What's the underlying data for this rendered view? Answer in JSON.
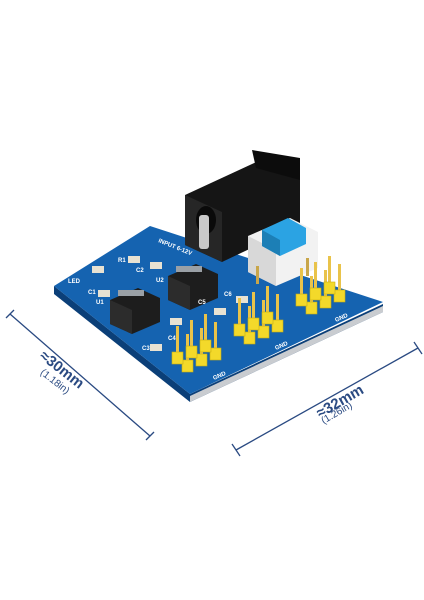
{
  "dimensions": {
    "height_main": "≈30mm",
    "height_sub": "(1.18in)",
    "width_main": "≈32mm",
    "width_sub": "(1.26in)"
  },
  "board": {
    "silkscreen_input": "INPUT 6-12V",
    "label_led": "LED",
    "label_r1": "R1",
    "label_c1": "C1",
    "label_c2": "C2",
    "label_c3": "C3",
    "label_c4": "C4",
    "label_c5": "C5",
    "label_c6": "C6",
    "label_u1": "U1",
    "label_u2": "U2",
    "label_gnd": "GND"
  },
  "colors": {
    "pcb": "#1563b0",
    "pcb_edge": "#0b3f78",
    "jack": "#151515",
    "pins": "#e9c34a",
    "header": "#f3d92a",
    "button": "#2ba3e3",
    "dimension": "#2a4a82"
  }
}
